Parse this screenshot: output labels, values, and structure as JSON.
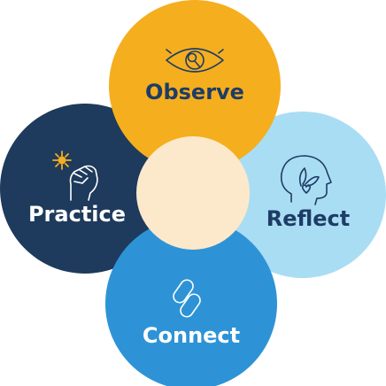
{
  "diagram": {
    "observe": {
      "label": "Observe",
      "icon": "eye-icon",
      "color": "#F5AE1E",
      "text_color": "#1E3C66"
    },
    "reflect": {
      "label": "Reflect",
      "icon": "head-leaf-icon",
      "color": "#A9DDF3",
      "text_color": "#1E3C66"
    },
    "connect": {
      "label": "Connect",
      "icon": "chain-link-icon",
      "color": "#2E93D6",
      "text_color": "#FFFFFF"
    },
    "practice": {
      "label": "Practice",
      "icon": "raised-fist-icon",
      "color": "#1E3A5C",
      "text_color": "#FFFFFF"
    },
    "center": {
      "color": "#FCE9CC"
    },
    "accent": "#F5AE1E"
  }
}
